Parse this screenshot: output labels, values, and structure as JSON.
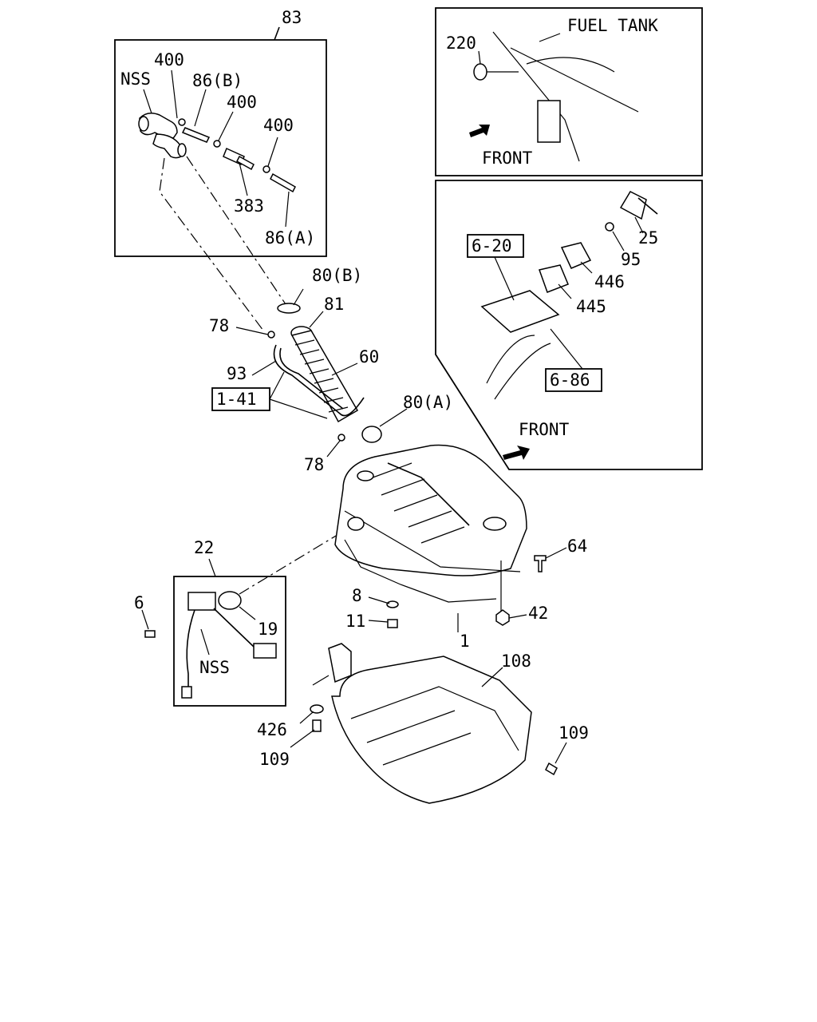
{
  "callouts": {
    "c83": "83",
    "c400a": "400",
    "cnss1": "NSS",
    "c86b": "86(B)",
    "c400b": "400",
    "c400c": "400",
    "c383": "383",
    "c86a": "86(A)",
    "c80b": "80(B)",
    "c81": "81",
    "c78a": "78",
    "c60": "60",
    "c93": "93",
    "c141": "1-41",
    "c80a": "80(A)",
    "c78b": "78",
    "c22": "22",
    "c6": "6",
    "c19": "19",
    "cnss2": "NSS",
    "c8": "8",
    "c11": "11",
    "c42": "42",
    "c64": "64",
    "c1": "1",
    "c108": "108",
    "c426": "426",
    "c109a": "109",
    "c109b": "109",
    "c220": "220",
    "cfueltank": "FUEL TANK",
    "cfront1": "FRONT",
    "c620": "6-20",
    "c25": "25",
    "c95": "95",
    "c446": "446",
    "c445": "445",
    "c686": "6-86",
    "cfront2": "FRONT"
  }
}
